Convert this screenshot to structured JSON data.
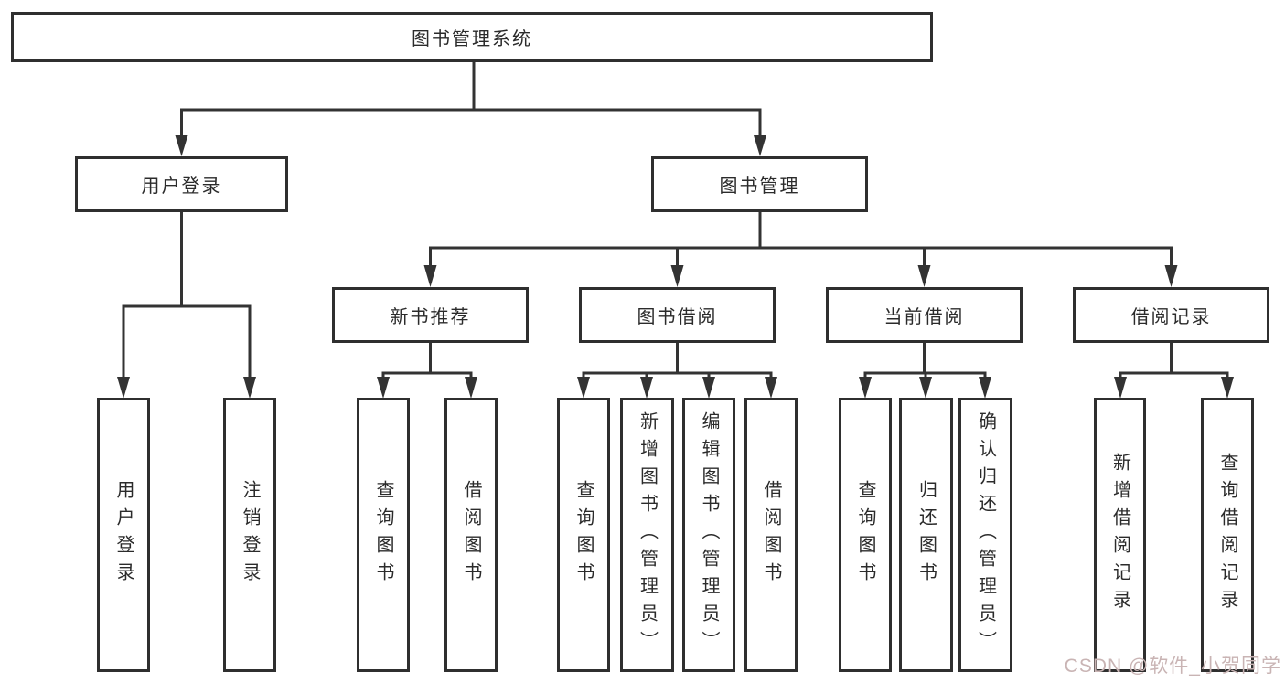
{
  "diagram": {
    "title": "图书管理系统",
    "level2": [
      {
        "id": "user-login",
        "label": "用户登录"
      },
      {
        "id": "book-management",
        "label": "图书管理"
      }
    ],
    "level3": [
      {
        "id": "new-book-recommend",
        "label": "新书推荐",
        "parent": "图书管理"
      },
      {
        "id": "book-borrowing",
        "label": "图书借阅",
        "parent": "图书管理"
      },
      {
        "id": "current-borrowing",
        "label": "当前借阅",
        "parent": "图书管理"
      },
      {
        "id": "borrowing-records",
        "label": "借阅记录",
        "parent": "图书管理"
      }
    ],
    "leaves": [
      {
        "group": "用户登录",
        "label": "用户登录"
      },
      {
        "group": "用户登录",
        "label": "注销登录"
      },
      {
        "group": "新书推荐",
        "label": "查询图书"
      },
      {
        "group": "新书推荐",
        "label": "借阅图书"
      },
      {
        "group": "图书借阅",
        "label": "查询图书"
      },
      {
        "group": "图书借阅",
        "label": "新增图书（管理员）"
      },
      {
        "group": "图书借阅",
        "label": "编辑图书（管理员）"
      },
      {
        "group": "图书借阅",
        "label": "借阅图书"
      },
      {
        "group": "当前借阅",
        "label": "查询图书"
      },
      {
        "group": "当前借阅",
        "label": "归还图书"
      },
      {
        "group": "当前借阅",
        "label": "确认归还（管理员）"
      },
      {
        "group": "借阅记录",
        "label": "新增借阅记录"
      },
      {
        "group": "借阅记录",
        "label": "查询借阅记录"
      }
    ],
    "watermark": "CSDN @软件_小贺同学",
    "colors": {
      "line": "#333333",
      "border": "#2f2f2f",
      "text": "#2b2b2b",
      "watermark": "#c9b4b4",
      "background": "#ffffff"
    }
  }
}
